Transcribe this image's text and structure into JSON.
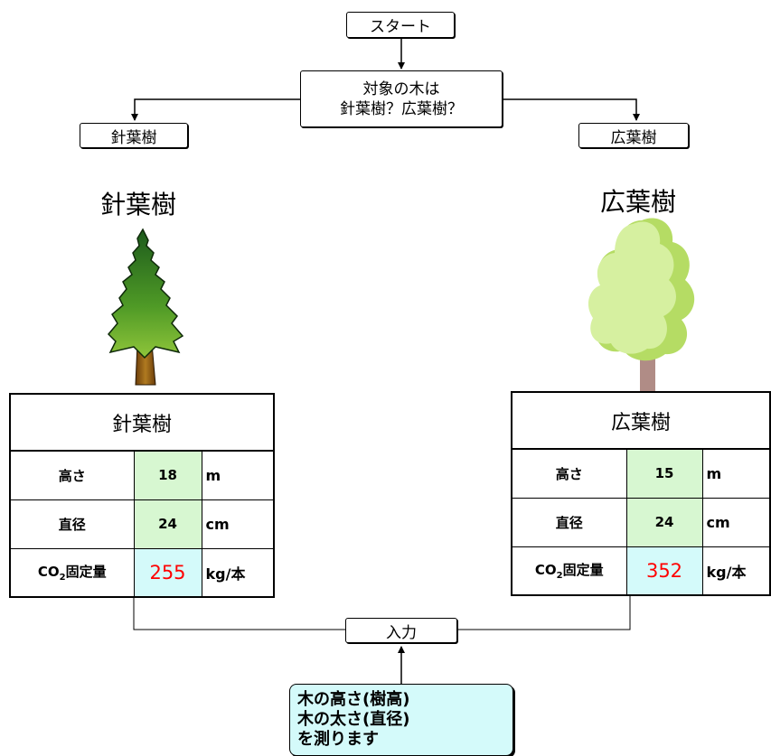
{
  "flow": {
    "start": "スタート",
    "question_line1": "対象の木は",
    "question_line2": "針葉樹？広葉樹？",
    "left_branch": "針葉樹",
    "right_branch": "広葉樹",
    "input": "入力"
  },
  "conifer": {
    "heading": "針葉樹",
    "table": {
      "title": "針葉樹",
      "height_label": "高さ",
      "height_value": "18",
      "height_unit": "m",
      "diameter_label": "直径",
      "diameter_value": "24",
      "diameter_unit": "cm",
      "co2_label_pre": "CO",
      "co2_label_sub": "2",
      "co2_label_post": "固定量",
      "co2_value": "255",
      "co2_unit": "kg/本"
    }
  },
  "broadleaf": {
    "heading": "広葉樹",
    "table": {
      "title": "広葉樹",
      "height_label": "高さ",
      "height_value": "15",
      "height_unit": "m",
      "diameter_label": "直径",
      "diameter_value": "24",
      "diameter_unit": "cm",
      "co2_label_pre": "CO",
      "co2_label_sub": "2",
      "co2_label_post": "固定量",
      "co2_value": "352",
      "co2_unit": "kg/本"
    }
  },
  "note": {
    "line1": "木の高さ(樹高)",
    "line2": "木の太さ(直径)",
    "line3": "を測ります"
  },
  "colors": {
    "input_cell": "#d7f7d1",
    "result_cell": "#d4fafa",
    "result_text": "#ff0000",
    "conifer_green": "#3f8f20",
    "broadleaf_green": "#d2f0a0",
    "trunk_conifer": "#8a5a12",
    "trunk_broadleaf": "#b08c86"
  }
}
